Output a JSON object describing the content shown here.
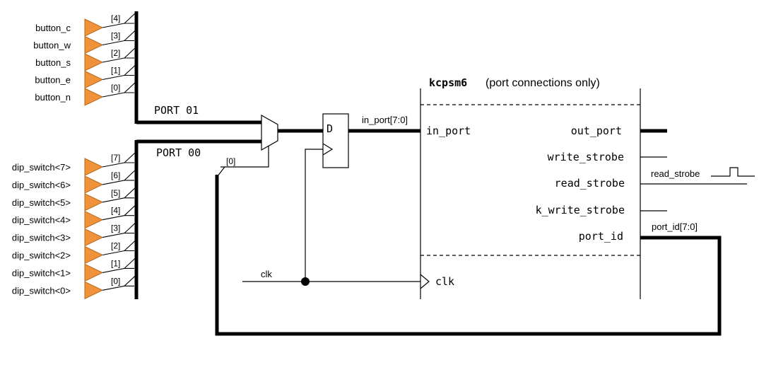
{
  "buttons": [
    {
      "name": "button_c",
      "bit": "[4]"
    },
    {
      "name": "button_w",
      "bit": "[3]"
    },
    {
      "name": "button_s",
      "bit": "[2]"
    },
    {
      "name": "button_e",
      "bit": "[1]"
    },
    {
      "name": "button_n",
      "bit": "[0]"
    }
  ],
  "dip_switches": [
    {
      "name": "dip_switch<7>",
      "bit": "[7]"
    },
    {
      "name": "dip_switch<6>",
      "bit": "[6]"
    },
    {
      "name": "dip_switch<5>",
      "bit": "[5]"
    },
    {
      "name": "dip_switch<4>",
      "bit": "[4]"
    },
    {
      "name": "dip_switch<3>",
      "bit": "[3]"
    },
    {
      "name": "dip_switch<2>",
      "bit": "[2]"
    },
    {
      "name": "dip_switch<1>",
      "bit": "[1]"
    },
    {
      "name": "dip_switch<0>",
      "bit": "[0]"
    }
  ],
  "mux": {
    "port_01": "PORT 01",
    "port_00": "PORT 00",
    "select_bit": "[0]"
  },
  "flipflop": {
    "d_label": "D"
  },
  "signals": {
    "in_port_bus": "in_port[7:0]",
    "clk": "clk",
    "read_strobe": "read_strobe",
    "port_id_bus": "port_id[7:0]"
  },
  "kcpsm6": {
    "name": "kcpsm6",
    "subtitle": "(port connections only)",
    "in_port": "in_port",
    "out_port": "out_port",
    "write_strobe": "write_strobe",
    "read_strobe": "read_strobe",
    "k_write_strobe": "k_write_strobe",
    "port_id": "port_id",
    "clk": "clk"
  },
  "colors": {
    "buffer_fill": "#f0923a",
    "wire": "#000000"
  }
}
